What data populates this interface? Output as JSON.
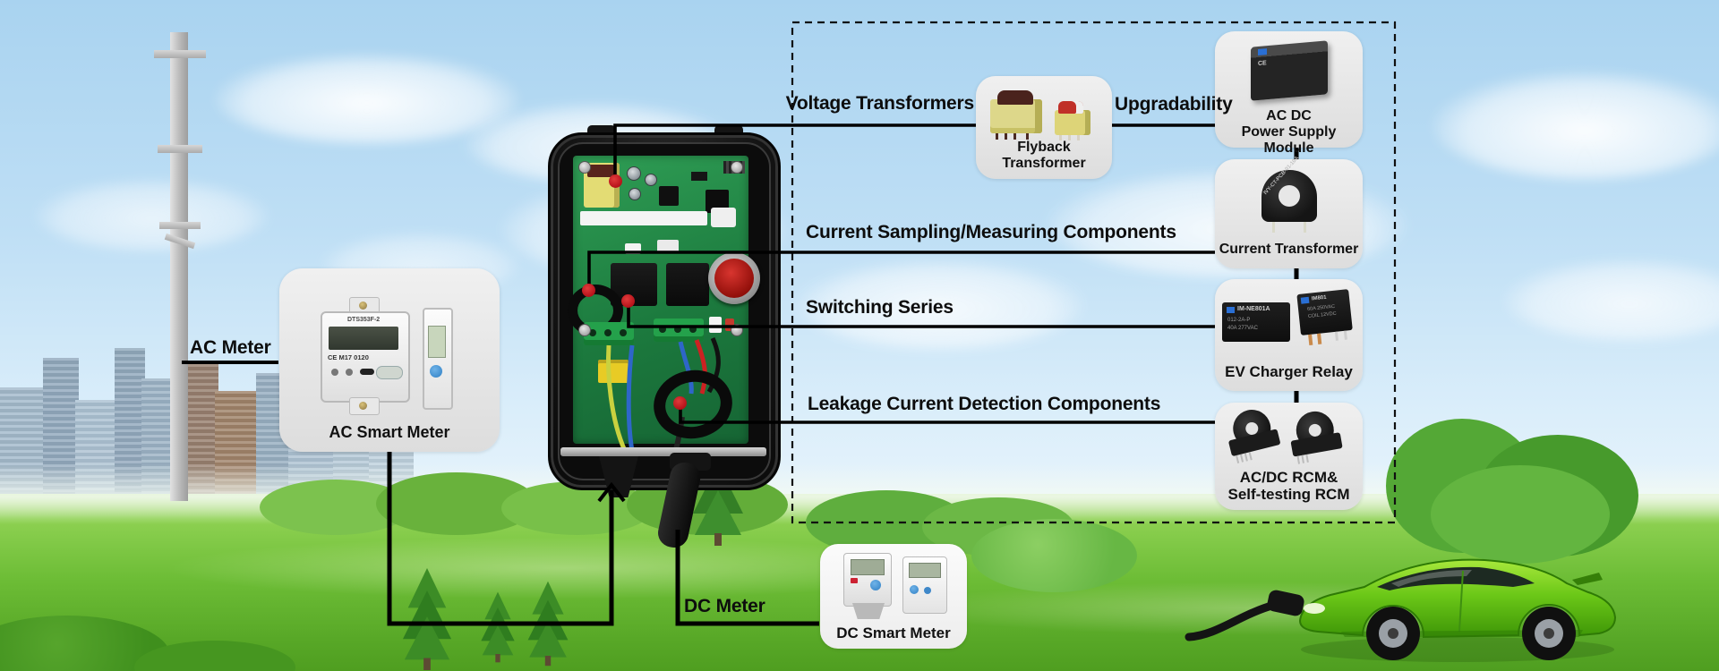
{
  "callouts": {
    "voltage": "Voltage Transformers",
    "current": "Current Sampling/Measuring Components",
    "switching": "Switching Series",
    "leakage": "Leakage Current Detection Components",
    "upgradability": "Upgradability"
  },
  "meters": {
    "ac_label": "AC Meter",
    "dc_label": "DC Meter",
    "ac_card_title": "AC Smart Meter",
    "dc_card_title": "DC Smart Meter"
  },
  "flyback": {
    "line1": "Flyback",
    "line2": "Transformer"
  },
  "right": {
    "power": {
      "line1": "AC DC",
      "line2": "Power Supply Module"
    },
    "ct": {
      "title": "Current Transformer"
    },
    "relay": {
      "title": "EV Charger Relay"
    },
    "rcm": {
      "line1": "AC/DC RCM&",
      "line2": "Self-testing RCM"
    }
  },
  "device_texts": {
    "ac_meter_model": "DTS353F-2",
    "ac_meter_marking": "CE M17 0120",
    "ct_label": "IVY-CT-PCB-01-10A",
    "relay1_model": "IM-NE801A",
    "relay1_line1": "012-2A-P",
    "relay1_line2": "40A 277VAC",
    "relay2_model": "IM801",
    "relay2_line1": "60A 250VAC",
    "relay2_line2": "COIL 12VDC"
  },
  "colors": {
    "callout_line": "#000000",
    "marker_red": "#b6121a",
    "card_gray": "#e7e7e7",
    "sky_blue": "#a9d3f0",
    "grass_green": "#6dbd36",
    "pcb_green": "#1c7a3e",
    "car_green": "#6cc818"
  }
}
